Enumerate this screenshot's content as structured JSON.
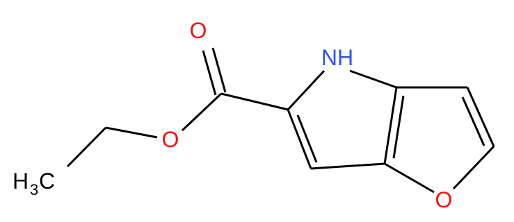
{
  "molecule": {
    "colors": {
      "carbon": "#000000",
      "oxygen": "#ff0d0d",
      "nitrogen": "#3050f8"
    },
    "labels": {
      "carbonyl_oxygen": "O",
      "ester_oxygen": "O",
      "nh": "NH",
      "ring_oxygen": "O",
      "methyl_main": "H",
      "methyl_sub": "3",
      "methyl_tail": "C"
    }
  }
}
